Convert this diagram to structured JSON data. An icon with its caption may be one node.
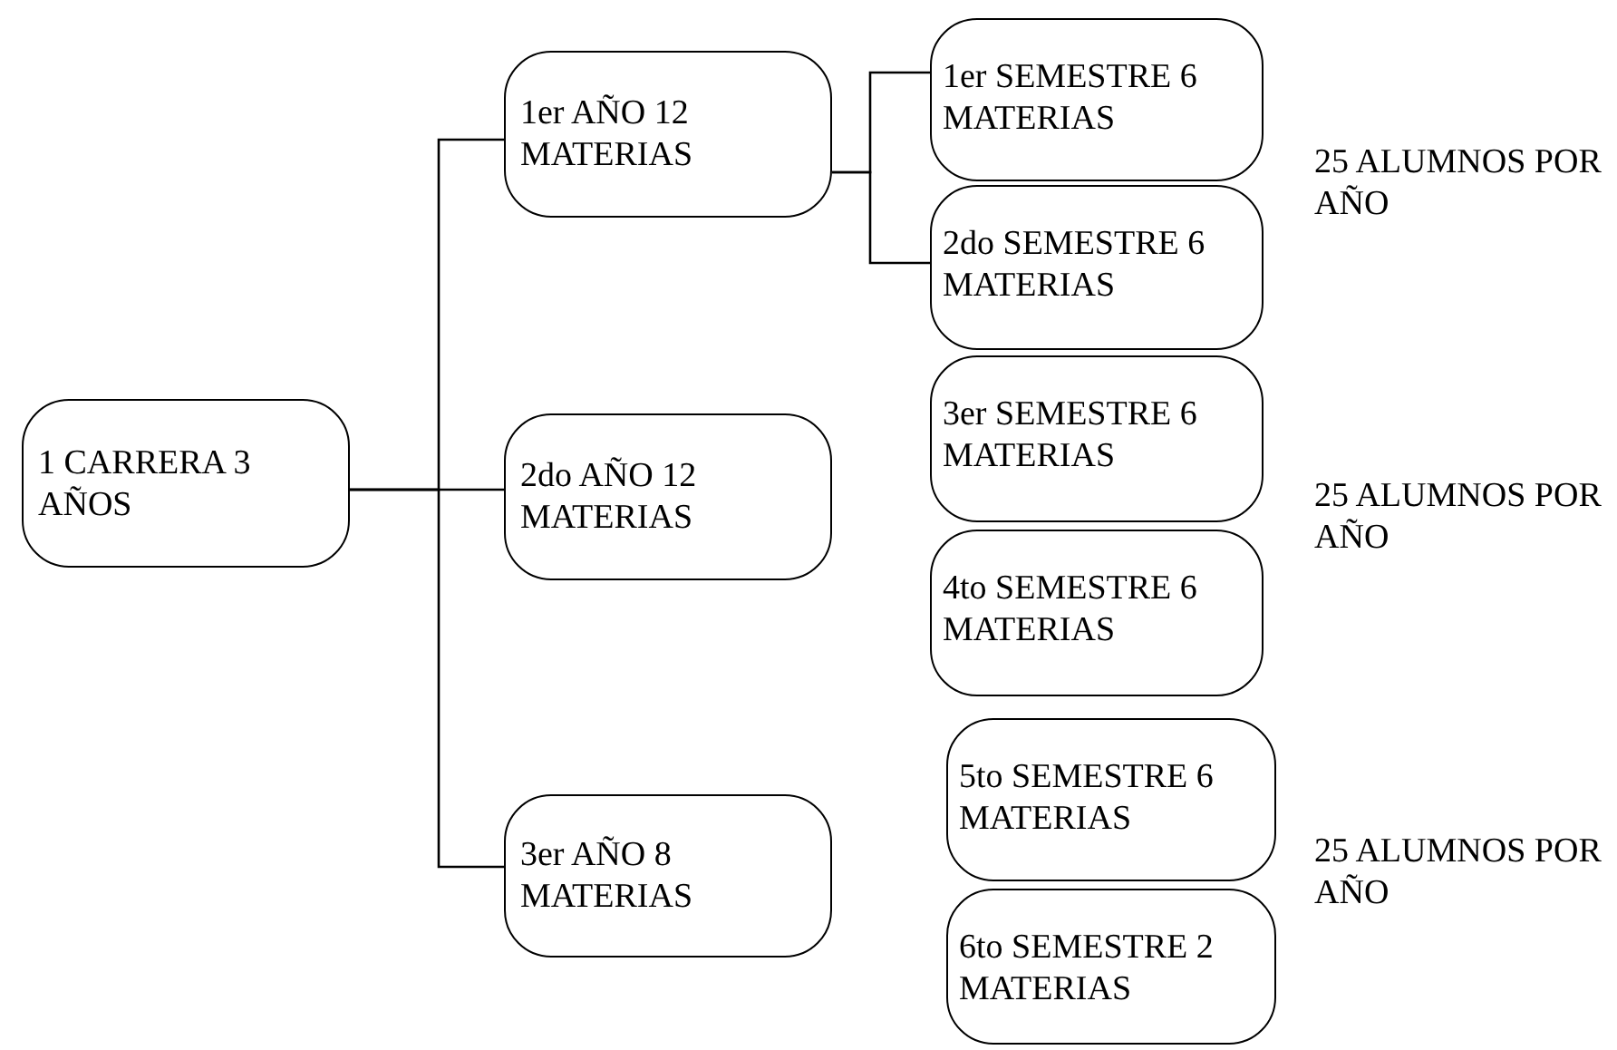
{
  "diagram": {
    "nodes": [
      {
        "text": [
          "1 CARRERA 3 AÑOS"
        ]
      },
      {
        "text": [
          "1er AÑO 12 MATERIAS"
        ]
      },
      {
        "text": [
          "2do AÑO 12 MATERIAS"
        ]
      },
      {
        "text": [
          "3er AÑO 8 MATERIAS"
        ]
      },
      {
        "text": [
          "1er SEMESTRE 6 MATERIAS"
        ]
      },
      {
        "text": [
          "2do SEMESTRE 6 MATERIAS"
        ]
      },
      {
        "text": [
          "3er SEMESTRE 6 MATERIAS"
        ]
      },
      {
        "text": [
          "4to SEMESTRE 6 MATERIAS"
        ]
      },
      {
        "text": [
          "5to SEMESTRE 6 MATERIAS"
        ]
      },
      {
        "text": [
          "6to SEMESTRE 2 MATERIAS"
        ]
      }
    ],
    "edges": [
      {
        "from": 0,
        "to": 1,
        "arrow": "none"
      },
      {
        "from": 0,
        "to": 2,
        "arrow": "none"
      },
      {
        "from": 0,
        "to": 3,
        "arrow": "none"
      },
      {
        "from": 1,
        "to": 4,
        "arrow": "none"
      },
      {
        "from": 1,
        "to": 5,
        "arrow": "none"
      }
    ],
    "labels": [
      "25 ALUMNOS POR AÑO",
      "25 ALUMNOS POR AÑO",
      "25 ALUMNOS POR AÑO"
    ]
  }
}
